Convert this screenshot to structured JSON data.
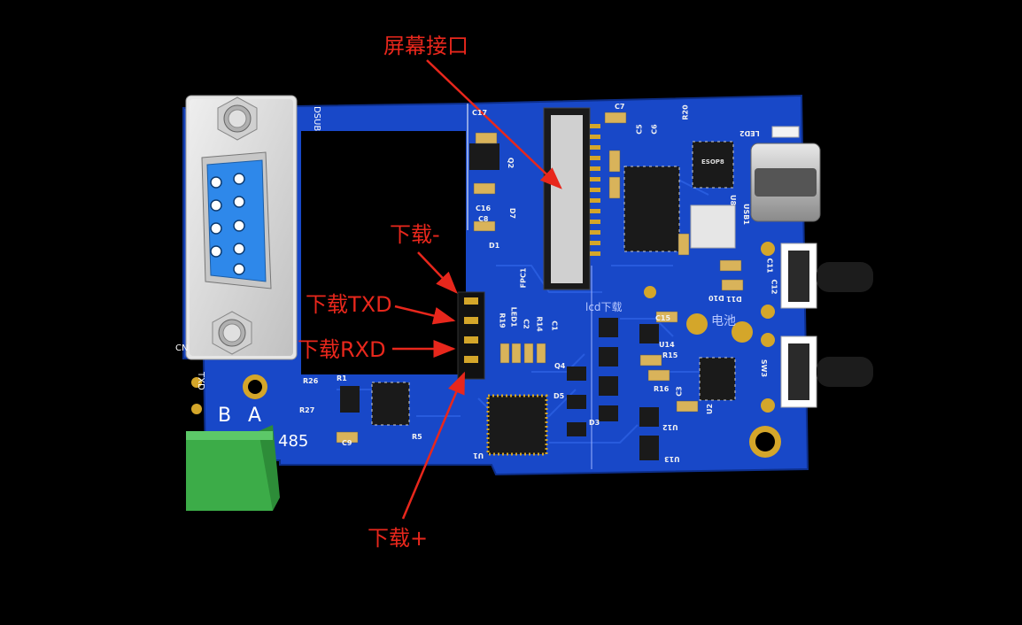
{
  "callouts": {
    "screen_port": "屏幕接口",
    "download_minus": "下载-",
    "download_txd": "下载TXD",
    "download_rxd": "下载RXD",
    "download_plus": "下载+"
  },
  "silkscreen": {
    "B": "B",
    "A": "A",
    "rs485": "485",
    "lcd_download": "lcd下载",
    "battery": "电池",
    "txd": "TXD",
    "dsub": "DSUB",
    "cn": "CN"
  },
  "refdes": [
    "C17",
    "C7",
    "R20",
    "LED2",
    "Q2",
    "C16",
    "D7",
    "C8",
    "D1",
    "FPC1",
    "C6",
    "C5",
    "U8",
    "USB1",
    "C11",
    "C12",
    "D10",
    "D11",
    "R19",
    "LED1",
    "R14",
    "C2",
    "C1",
    "C15",
    "U14",
    "R15",
    "R16",
    "SW3",
    "C3",
    "U2",
    "Q4",
    "D5",
    "D3",
    "U12",
    "U13",
    "U1",
    "R5",
    "C9",
    "R27",
    "R26",
    "R1",
    "ESOP8"
  ],
  "colors": {
    "pcb": "#1848c8",
    "pcb_dark": "#1236a2",
    "gold": "#d4a62a",
    "connector_green": "#3cac48",
    "callout_red": "#e8271c",
    "db9_blue": "#2e88ea"
  },
  "icons": [
    "db9-connector-icon",
    "usb-c-connector-icon",
    "push-button-icon",
    "terminal-block-icon",
    "pin-header-icon",
    "fpc-connector-icon",
    "mcu-chip-icon"
  ]
}
